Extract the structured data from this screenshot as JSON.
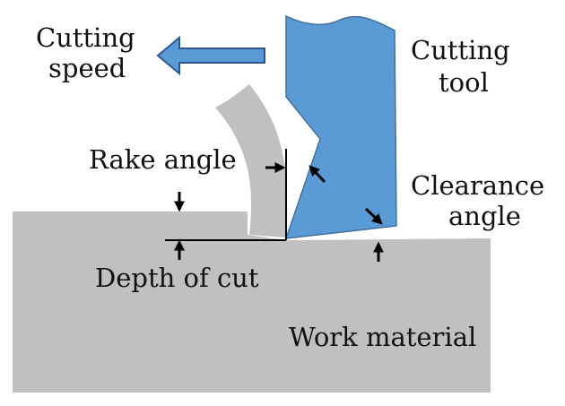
{
  "labels": {
    "cutting_speed_line1": "Cutting",
    "cutting_speed_line2": "speed",
    "cutting_tool_line1": "Cutting",
    "cutting_tool_line2": "tool",
    "rake_angle": "Rake angle",
    "clearance_angle_line1": "Clearance",
    "clearance_angle_line2": "angle",
    "depth_of_cut": "Depth of cut",
    "work_material": "Work material"
  },
  "colors": {
    "work_material": "#c0c0c0",
    "chip": "#c0c0c0",
    "tool_fill": "#5b9bd5",
    "tool_stroke": "#41719c",
    "arrow_fill": "#5b9bd5",
    "arrow_stroke": "#2f5597",
    "marker": "#000000"
  }
}
